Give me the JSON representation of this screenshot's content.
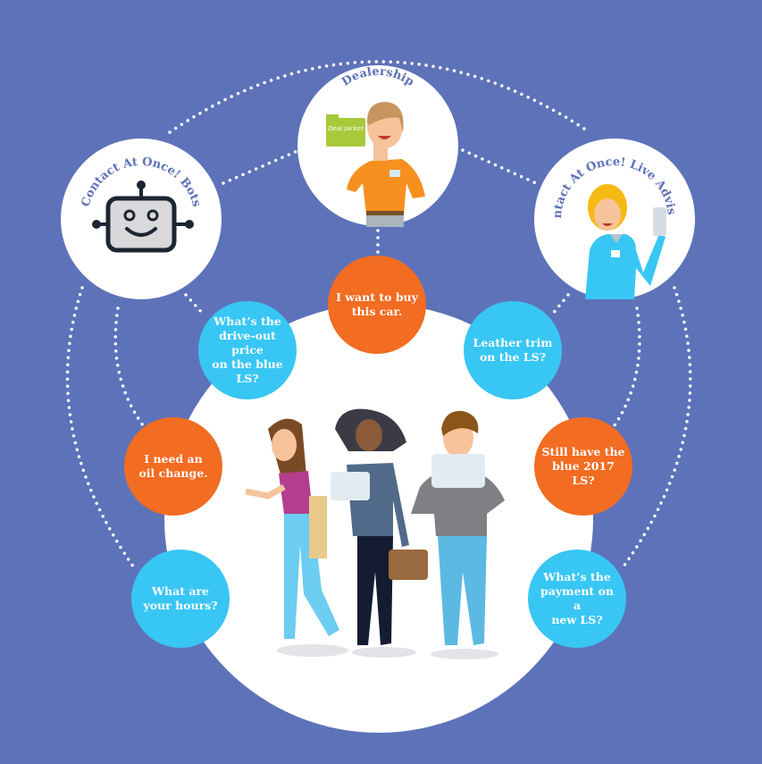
{
  "hubs": {
    "bots": {
      "label": "Contact At Once! Bots"
    },
    "dealership": {
      "label": "Dealership",
      "folder_label": "Deal Jacket"
    },
    "advisors": {
      "label": "Contact At Once! Live Advisors"
    }
  },
  "bubbles": [
    {
      "text": "I want to buy\nthis car.",
      "color": "orange"
    },
    {
      "text": "What’s the\ndrive-out price\non the blue\nLS?",
      "color": "cyan"
    },
    {
      "text": "Leather trim\non the LS?",
      "color": "cyan"
    },
    {
      "text": "I need an\noil change.",
      "color": "orange"
    },
    {
      "text": "Still have the\nblue 2017 LS?",
      "color": "orange"
    },
    {
      "text": "What are\nyour hours?",
      "color": "cyan"
    },
    {
      "text": "What’s the\npayment on a\nnew LS?",
      "color": "cyan"
    }
  ],
  "colors": {
    "background": "#5e72b9",
    "orange": "#f26c22",
    "cyan": "#38c6f4",
    "label": "#5e72b9"
  }
}
